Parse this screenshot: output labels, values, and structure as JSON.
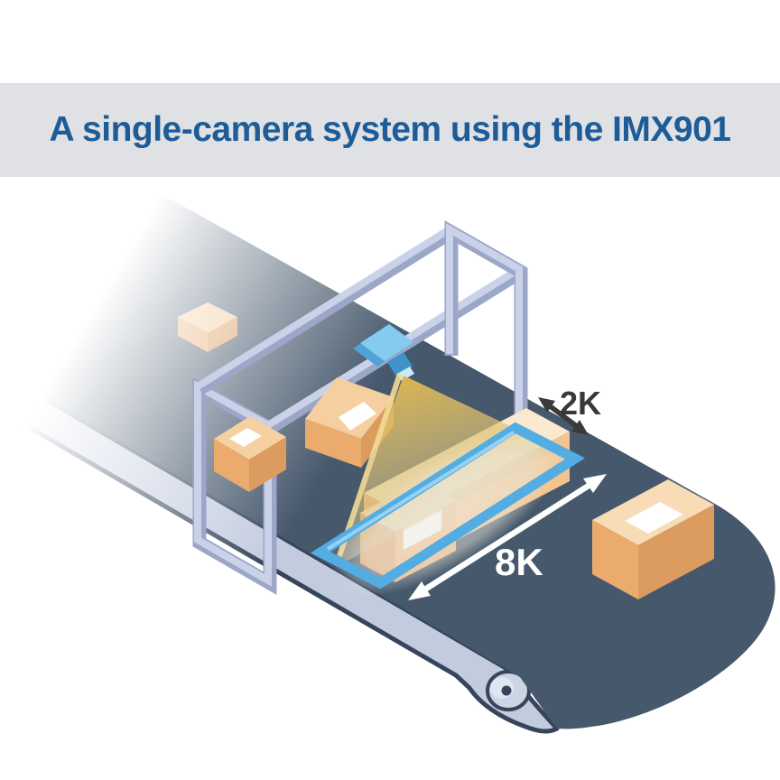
{
  "banner": {
    "title": "A single-camera system using the IMX901",
    "background_color": "#dfe1e5",
    "text_color": "#1e5c97"
  },
  "diagram": {
    "labels": {
      "scan_width": "8K",
      "scan_height": "2K"
    },
    "colors": {
      "belt_top": "#46586c",
      "belt_side": "#c3ccdf",
      "belt_outline": "#36455b",
      "gantry_frame_light": "#c9d2e9",
      "gantry_frame_dark": "#9ca6c6",
      "camera_blue": "#7ec8ee",
      "camera_blue_dark": "#4fa3d6",
      "light_cone": "#e2ba4f",
      "scan_frame_blue": "#54ade2",
      "box_top": "#f7d9b2",
      "box_side": "#e9ac6e",
      "box_side_dark": "#dc9b5f",
      "arrow_2k": "#3a3a3a",
      "arrow_8k": "#ffffff"
    },
    "icons": [
      "conveyor-belt",
      "belt-roller",
      "parcel-box",
      "camera-gantry-frame",
      "line-scan-camera",
      "light-cone",
      "scan-area-frame",
      "double-arrow"
    ]
  }
}
